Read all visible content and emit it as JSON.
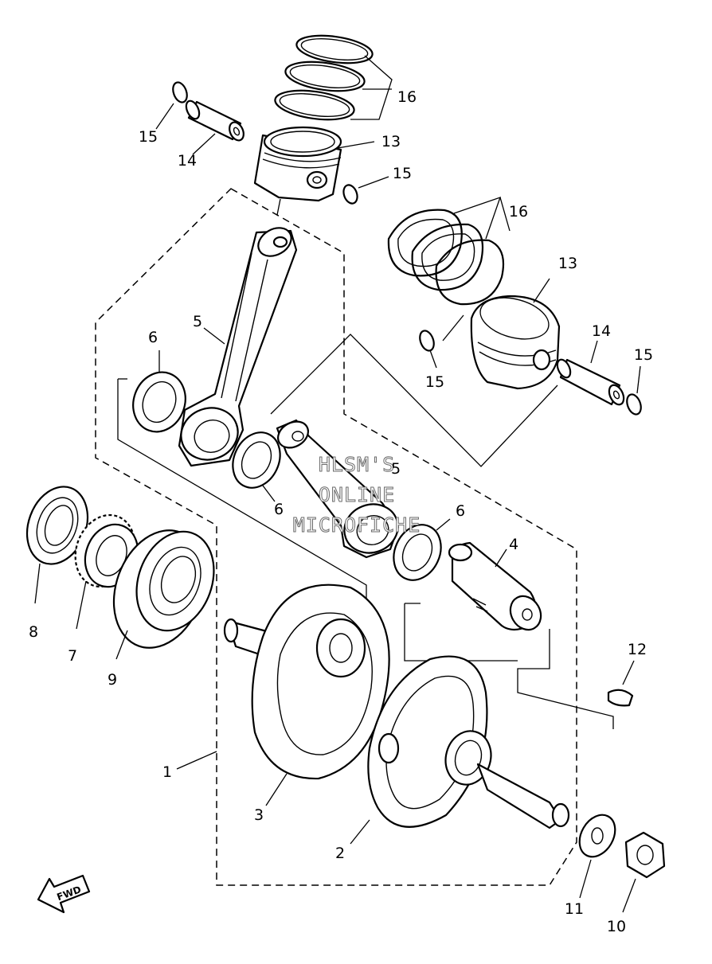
{
  "labels": {
    "p1": "1",
    "p2": "2",
    "p3": "3",
    "p4": "4",
    "p5a": "5",
    "p5b": "5",
    "p6a": "6",
    "p6b": "6",
    "p6c": "6",
    "p7": "7",
    "p8": "8",
    "p9": "9",
    "p10": "10",
    "p11": "11",
    "p12": "12",
    "p13a": "13",
    "p13b": "13",
    "p14a": "14",
    "p14b": "14",
    "p15a": "15",
    "p15b": "15",
    "p15c": "15",
    "p15d": "15",
    "p16a": "16",
    "p16b": "16"
  },
  "watermark": {
    "line1": "HLSM'S",
    "line2": "ONLINE",
    "line3": "MICROFICHE"
  },
  "fwd_label": "FWD"
}
